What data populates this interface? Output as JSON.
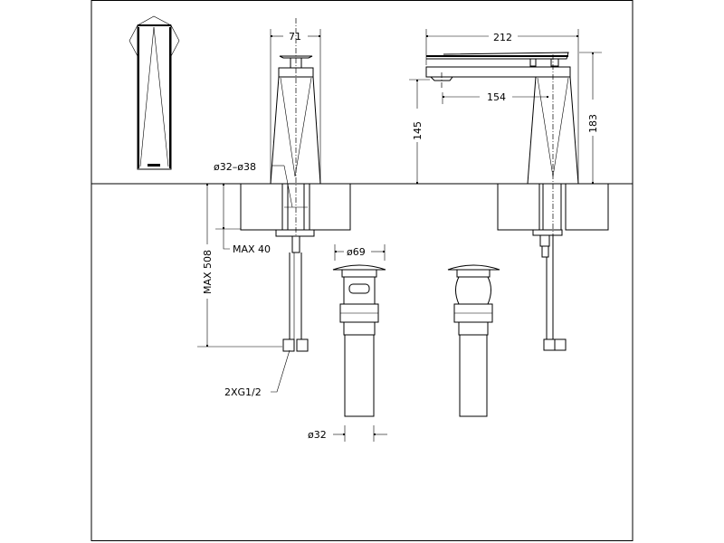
{
  "drawing": {
    "title": "Basin mixer technical drawing",
    "dimensions": {
      "front_width": "71",
      "overall_length": "212",
      "spout_reach": "154",
      "spout_height": "145",
      "overall_height": "183",
      "hole_diameter": "ø32–ø38",
      "max_deck_thickness": "MAX  40",
      "max_hose_length": "MAX  508",
      "drain_cap_diameter": "ø69",
      "connection": "2XG1/2",
      "drain_pipe_diameter": "ø32"
    },
    "colors": {
      "line": "#000000",
      "background": "#ffffff"
    }
  }
}
